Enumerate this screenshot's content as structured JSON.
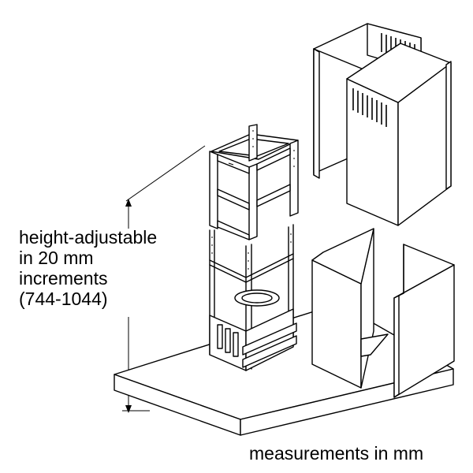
{
  "labels": {
    "height_line1": "height-adjustable",
    "height_line2": "in 20 mm",
    "height_line3": "increments",
    "height_line4": "(744-1044)",
    "units": "measurements in mm"
  },
  "colors": {
    "line": "#000000",
    "background": "#ffffff"
  }
}
